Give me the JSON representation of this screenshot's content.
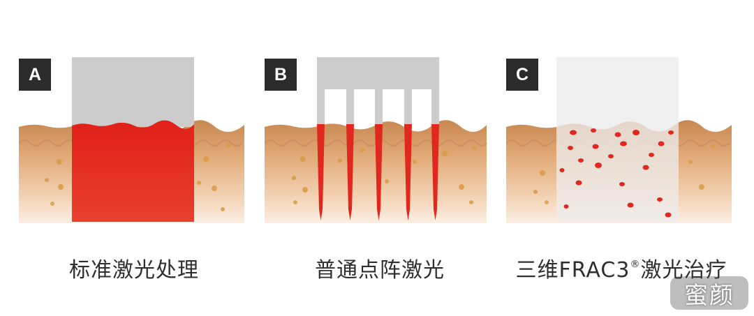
{
  "panels": [
    {
      "label": "A",
      "caption": "标准激光处理",
      "type": "full-ablative"
    },
    {
      "label": "B",
      "caption": "普通点阵激光",
      "type": "fractional-columns"
    },
    {
      "label": "C",
      "caption_main": "三维FRAC3",
      "caption_mark": "®",
      "caption_tail": "激光治疗",
      "type": "frac3-spots"
    }
  ],
  "watermark": "蜜颜",
  "colors": {
    "badge": "#2b2b2b",
    "laser_beam": "#cccccc",
    "ablation_red": "#e0281e",
    "skin_top": "#c88a52",
    "skin_bottom": "#fbece0"
  }
}
